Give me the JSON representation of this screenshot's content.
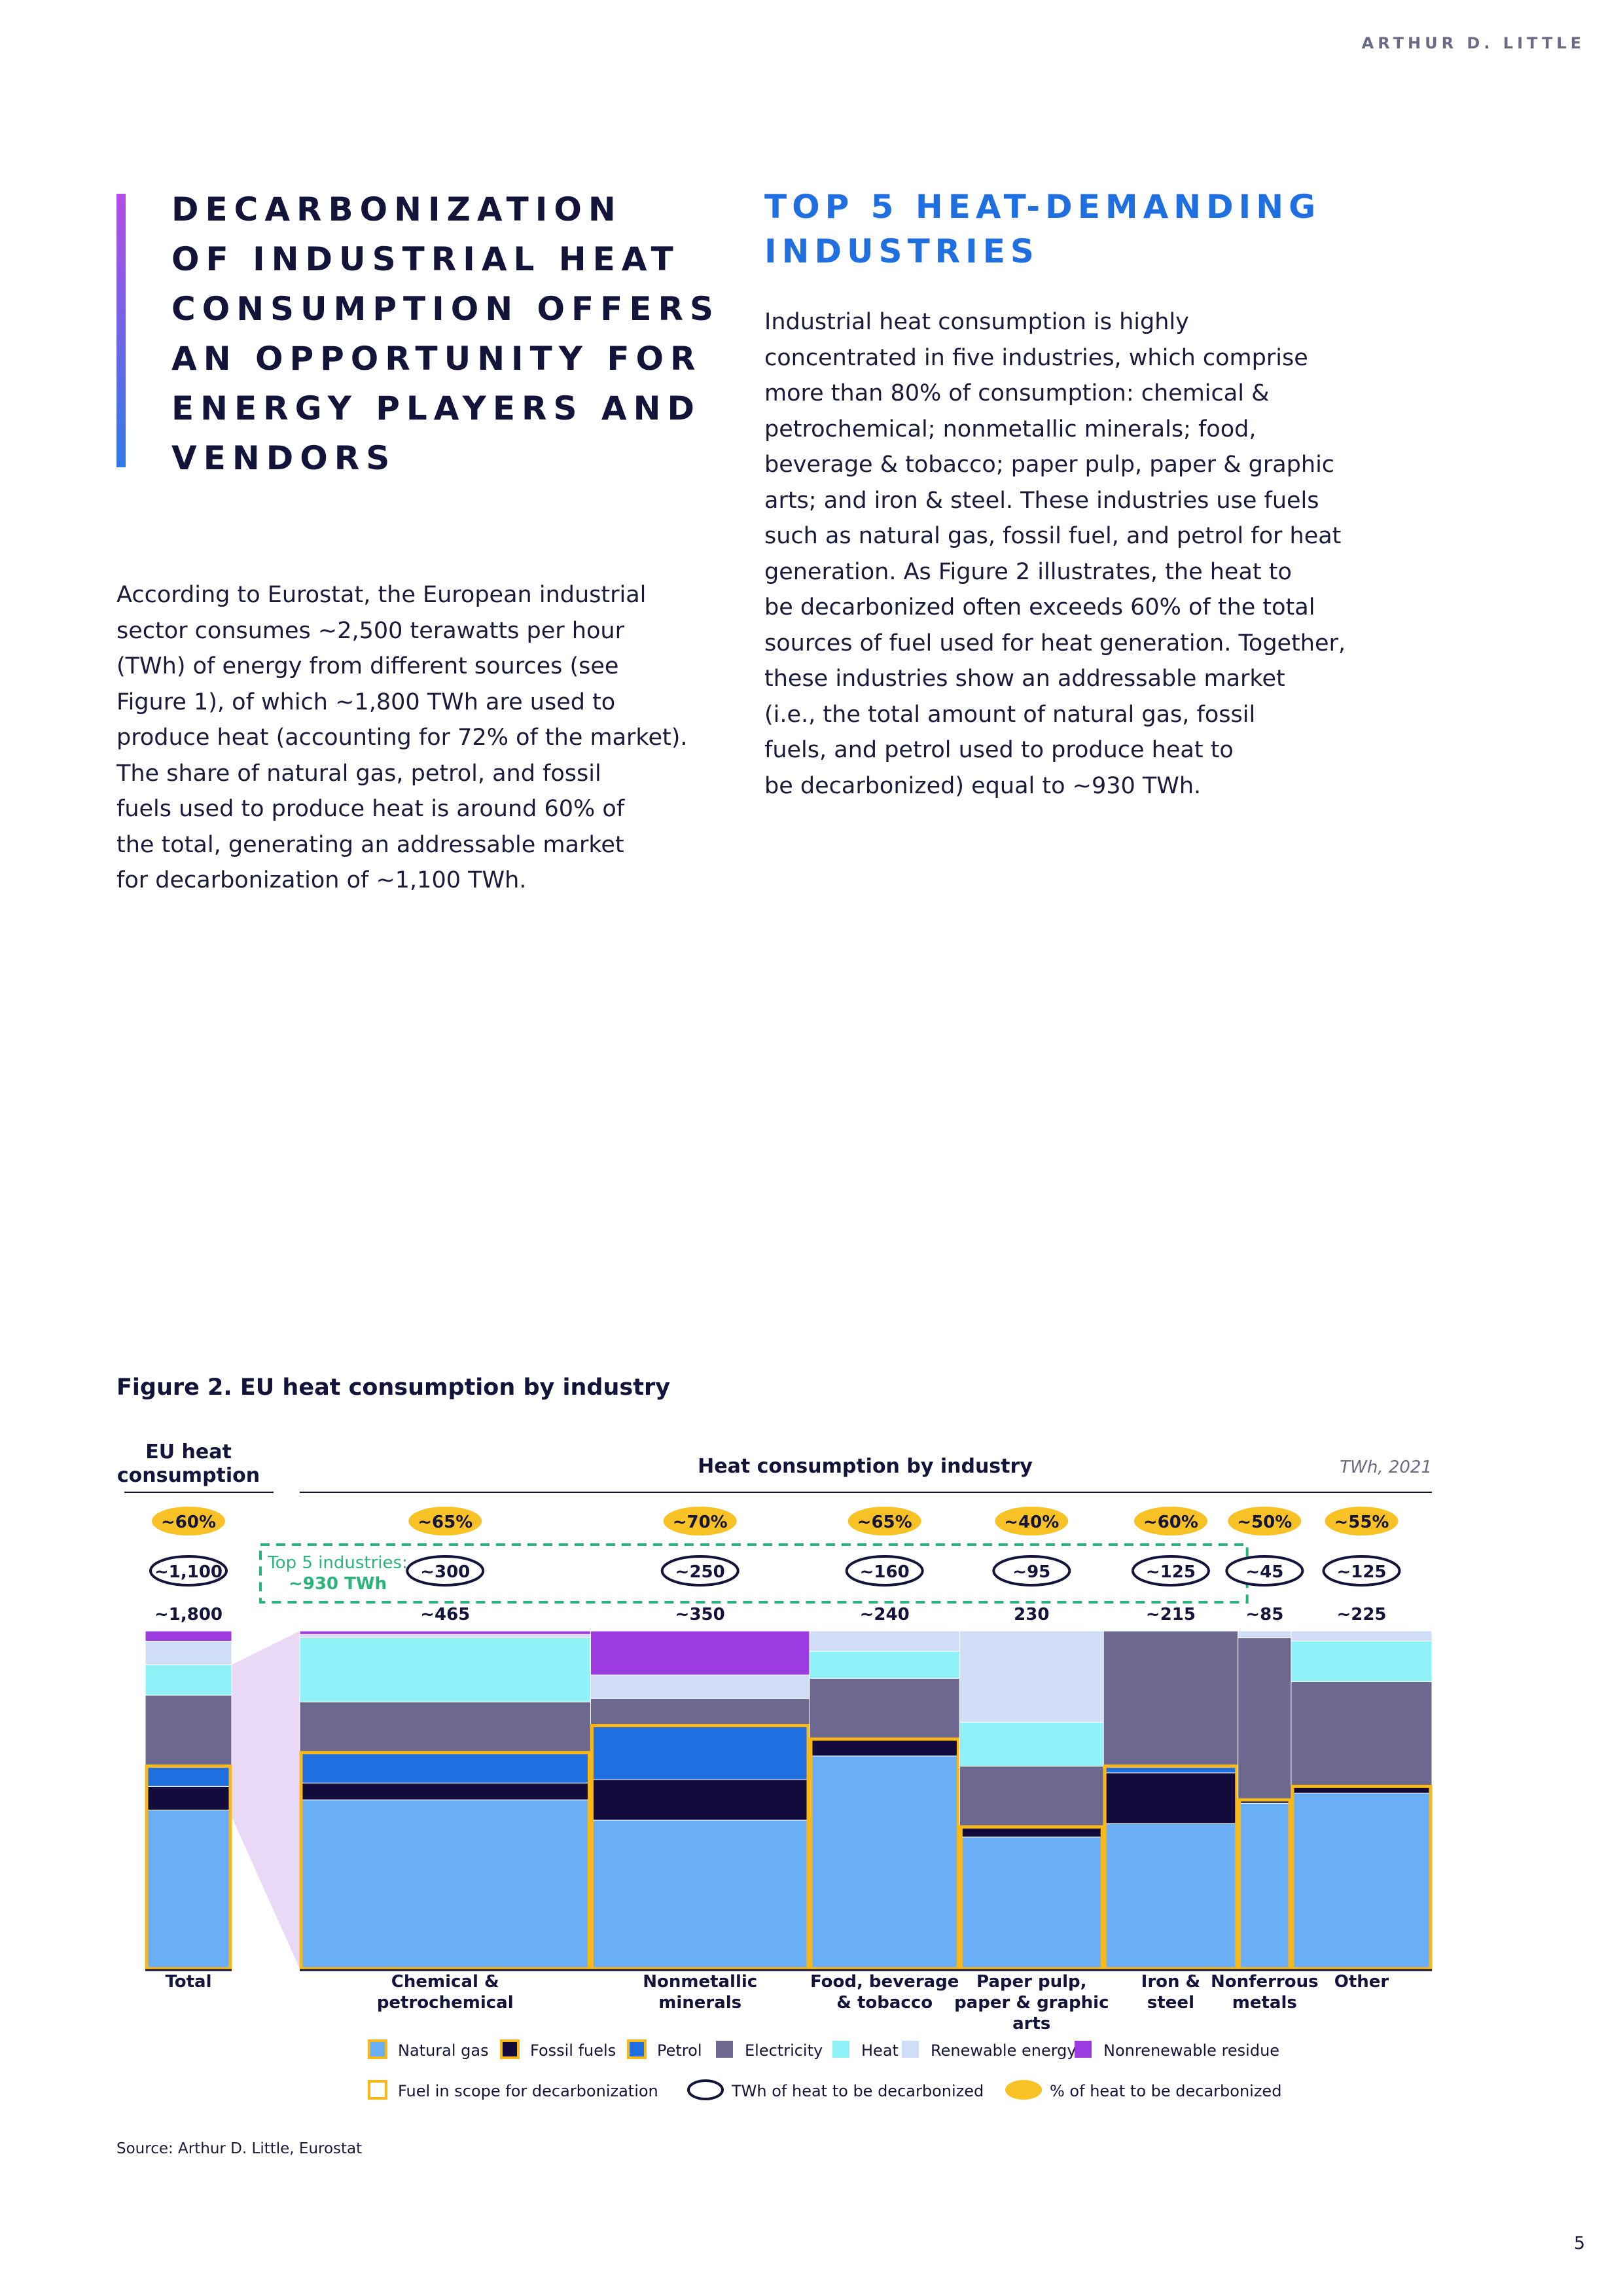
{
  "brand": "ARTHUR D. LITTLE",
  "left_heading": [
    "DECARBONIZATION",
    "OF INDUSTRIAL HEAT",
    "CONSUMPTION OFFERS",
    "AN OPPORTUNITY FOR",
    "ENERGY PLAYERS AND",
    "VENDORS"
  ],
  "right_heading": [
    "TOP 5 HEAT-DEMANDING",
    "INDUSTRIES"
  ],
  "left_paragraph": [
    "According to Eurostat, the European industrial",
    "sector consumes ~2,500 terawatts per hour",
    "(TWh) of energy from different sources (see",
    "Figure 1), of which ~1,800 TWh are used to",
    "produce heat (accounting for 72% of the market).",
    "The share of natural gas, petrol, and fossil",
    "fuels used to produce heat is around 60% of",
    "the total, generating an addressable market",
    "for decarbonization of ~1,100 TWh."
  ],
  "right_paragraph": [
    "Industrial heat consumption is highly",
    "concentrated in five industries, which comprise",
    "more than 80% of consumption: chemical &",
    "petrochemical; nonmetallic minerals; food,",
    "beverage & tobacco; paper pulp, paper & graphic",
    "arts; and iron & steel. These industries use fuels",
    "such as natural gas, fossil fuel, and petrol for heat",
    "generation. As Figure 2 illustrates, the heat to",
    "be decarbonized often exceeds 60% of the total",
    "sources of fuel used for heat generation. Together,",
    "these industries show an addressable market",
    "(i.e., the total amount of natural gas, fossil",
    "fuels, and petrol used to produce heat to",
    "be decarbonized) equal to ~930 TWh."
  ],
  "figure_title": "Figure 2. EU heat consumption by industry",
  "source": "Source: Arthur D. Little, Eurostat",
  "page_number": "5",
  "chart_data": {
    "type": "bar",
    "subtype": "variable-width stacked (marimekko)",
    "left_panel_title": [
      "EU heat",
      "consumption"
    ],
    "right_panel_title": "Heat consumption by industry",
    "unit_label": "TWh, 2021",
    "top5_callout": [
      "Top 5 industries:",
      "~930 TWh"
    ],
    "categories": [
      {
        "label": [
          "Total"
        ],
        "total": "~1,800",
        "total_value": 1800,
        "decarb_twh": "~1,100",
        "decarb_pct": "~60%",
        "shares": {
          "natural_gas": 0.47,
          "fossil_fuels": 0.07,
          "petrol": 0.06,
          "electricity": 0.21,
          "heat": 0.09,
          "renewable": 0.07,
          "nonrenewable": 0.03
        }
      },
      {
        "label": [
          "Chemical &",
          "petrochemical"
        ],
        "total": "~465",
        "total_value": 465,
        "decarb_twh": "~300",
        "decarb_pct": "~65%",
        "shares": {
          "natural_gas": 0.5,
          "fossil_fuels": 0.05,
          "petrol": 0.09,
          "electricity": 0.15,
          "heat": 0.19,
          "renewable": 0.01,
          "nonrenewable": 0.01
        }
      },
      {
        "label": [
          "Nonmetallic",
          "minerals"
        ],
        "total": "~350",
        "total_value": 350,
        "decarb_twh": "~250",
        "decarb_pct": "~70%",
        "shares": {
          "natural_gas": 0.44,
          "fossil_fuels": 0.12,
          "petrol": 0.16,
          "electricity": 0.08,
          "heat": 0.0,
          "renewable": 0.07,
          "nonrenewable": 0.13
        }
      },
      {
        "label": [
          "Food, beverage",
          "& tobacco"
        ],
        "total": "~240",
        "total_value": 240,
        "decarb_twh": "~160",
        "decarb_pct": "~65%",
        "shares": {
          "natural_gas": 0.63,
          "fossil_fuels": 0.05,
          "petrol": 0.0,
          "electricity": 0.18,
          "heat": 0.08,
          "renewable": 0.06,
          "nonrenewable": 0.0
        }
      },
      {
        "label": [
          "Paper pulp,",
          "paper & graphic",
          "arts"
        ],
        "total": "230",
        "total_value": 230,
        "decarb_twh": "~95",
        "decarb_pct": "~40%",
        "shares": {
          "natural_gas": 0.39,
          "fossil_fuels": 0.03,
          "petrol": 0.0,
          "electricity": 0.18,
          "heat": 0.13,
          "renewable": 0.27,
          "nonrenewable": 0.0
        }
      },
      {
        "label": [
          "Iron &",
          "steel"
        ],
        "total": "~215",
        "total_value": 215,
        "decarb_twh": "~125",
        "decarb_pct": "~60%",
        "shares": {
          "natural_gas": 0.43,
          "fossil_fuels": 0.15,
          "petrol": 0.02,
          "electricity": 0.4,
          "heat": 0.0,
          "renewable": 0.0,
          "nonrenewable": 0.0
        }
      },
      {
        "label": [
          "Nonferrous",
          "metals"
        ],
        "total": "~85",
        "total_value": 85,
        "decarb_twh": "~45",
        "decarb_pct": "~50%",
        "shares": {
          "natural_gas": 0.49,
          "fossil_fuels": 0.01,
          "petrol": 0.0,
          "electricity": 0.48,
          "heat": 0.0,
          "renewable": 0.02,
          "nonrenewable": 0.0
        }
      },
      {
        "label": [
          "Other"
        ],
        "total": "~225",
        "total_value": 225,
        "decarb_twh": "~125",
        "decarb_pct": "~55%",
        "shares": {
          "natural_gas": 0.52,
          "fossil_fuels": 0.02,
          "petrol": 0.0,
          "electricity": 0.31,
          "heat": 0.12,
          "renewable": 0.03,
          "nonrenewable": 0.0
        }
      }
    ],
    "stack_order": [
      "natural_gas",
      "fossil_fuels",
      "petrol",
      "electricity",
      "heat",
      "renewable",
      "nonrenewable"
    ],
    "in_scope": [
      "natural_gas",
      "fossil_fuels",
      "petrol"
    ],
    "colors": {
      "natural_gas": "#6aaff5",
      "fossil_fuels": "#120b3c",
      "petrol": "#1f6fe0",
      "electricity": "#6c6890",
      "heat": "#8ff2f8",
      "renewable": "#cfddf7",
      "nonrenewable": "#9b3be0",
      "scope": "#f6b81a",
      "pct_badge": "#f8c125",
      "callout": "#2bb47a",
      "connector": "#ead8f7"
    },
    "legend": [
      {
        "key": "natural_gas",
        "label": "Natural gas"
      },
      {
        "key": "fossil_fuels",
        "label": "Fossil fuels"
      },
      {
        "key": "petrol",
        "label": "Petrol"
      },
      {
        "key": "electricity",
        "label": "Electricity"
      },
      {
        "key": "heat",
        "label": "Heat"
      },
      {
        "key": "renewable",
        "label": "Renewable energy"
      },
      {
        "key": "nonrenewable",
        "label": "Nonrenewable residue"
      }
    ],
    "legend2": [
      {
        "key": "scope",
        "label": "Fuel in scope for decarbonization"
      },
      {
        "key": "twh",
        "label": "TWh of heat to be decarbonized"
      },
      {
        "key": "pct",
        "label": "% of heat to be decarbonized"
      }
    ]
  }
}
